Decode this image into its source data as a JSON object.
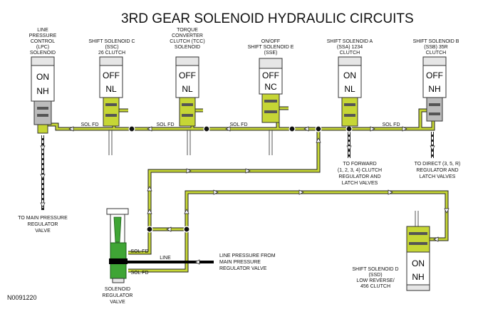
{
  "title": "3RD GEAR SOLENOID HYDRAULIC CIRCUITS",
  "figure_id": "N0091220",
  "colors": {
    "feed": "#c6d635",
    "pipe_outline": "#222222",
    "solenoid_regulator": "#3fa535",
    "line": "#000000"
  },
  "solenoids": {
    "lpc": {
      "name": [
        "LINE",
        "PRESSURE",
        "CONTROL",
        "(LPC)",
        "SOLENOID"
      ],
      "state": [
        "ON",
        "NH"
      ]
    },
    "ssc": {
      "name": [
        "SHIFT SOLENOID C",
        "(SSC)",
        "26 CLUTCH"
      ],
      "state": [
        "OFF",
        "NL"
      ]
    },
    "tcc": {
      "name": [
        "TORQUE",
        "CONVERTER",
        "CLUTCH (TCC)",
        "SOLENOID"
      ],
      "state": [
        "OFF",
        "NL"
      ]
    },
    "sse": {
      "name": [
        "ON/OFF",
        "SHIFT SOLENOID E",
        "(SSE)"
      ],
      "state": [
        "OFF",
        "NC"
      ]
    },
    "ssa": {
      "name": [
        "SHIFT SOLENOID A",
        "(SSA) 1234",
        "CLUTCH"
      ],
      "state": [
        "ON",
        "NL"
      ]
    },
    "ssb": {
      "name": [
        "SHIFT SOLENOID B",
        "(SSB) 35R",
        "CLUTCH"
      ],
      "state": [
        "OFF",
        "NH"
      ]
    },
    "ssd": {
      "name": [
        "SHIFT SOLENOID D",
        "(SSD)",
        "LOW REVERSE/",
        "456 CLUTCH"
      ],
      "state": [
        "ON",
        "NH"
      ]
    }
  },
  "pipe_labels": {
    "sol_fd": "SOL FD",
    "line": "LINE"
  },
  "callouts": {
    "main_pressure": [
      "TO MAIN PRESSURE",
      "REGULATOR",
      "VALVE"
    ],
    "forward": [
      "TO FORWARD",
      "(1, 2, 3, 4) CLUTCH",
      "REGULATOR AND",
      "LATCH VALVES"
    ],
    "direct": [
      "TO DIRECT (3, 5, R)",
      "REGULATOR AND",
      "LATCH VALVES"
    ],
    "line_pressure": [
      "LINE PRESSURE FROM",
      "MAIN PRESSURE",
      "REGULATOR VALVE"
    ],
    "regulator": [
      "SOLENOID",
      "REGULATOR",
      "VALVE"
    ]
  }
}
